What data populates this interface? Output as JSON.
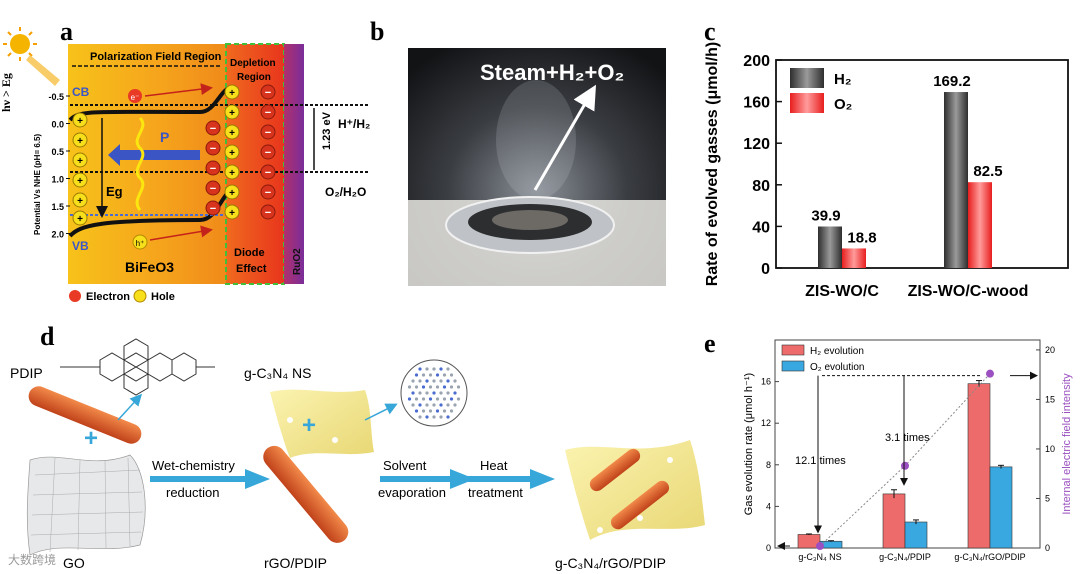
{
  "panels": {
    "a": {
      "label": "a",
      "illumination": "hν > Eg",
      "polarization_region": "Polarization Field Region",
      "depletion_region": [
        "Depletion",
        "Region"
      ],
      "cb": "CB",
      "vb": "VB",
      "electron_symbol": "e⁻",
      "hole_symbol": "h⁺",
      "p_label": "P",
      "eg": "Eg",
      "material": "BiFeO3",
      "diode_effect": [
        "Diode",
        "Effect"
      ],
      "ruo2": "RuO2",
      "h_plus_h2": "H⁺/H₂",
      "ev_gap": "1.23 eV",
      "o2_h2o": "O₂/H₂O",
      "axis_label": "Potential Vs NHE (pH= 6.5)",
      "ticks": [
        "-0.5",
        "0.0",
        "0.5",
        "1.0",
        "1.5",
        "2.0"
      ],
      "legend_electron": "Electron",
      "legend_hole": "Hole"
    },
    "b": {
      "label": "b",
      "caption": "Steam+H₂+O₂"
    },
    "d": {
      "label": "d",
      "pdip": "PDIP",
      "gcn_ns": "g-C₃N₄ NS",
      "wet_chem": [
        "Wet-chemistry",
        "reduction"
      ],
      "solvent": [
        "Solvent",
        "evaporation"
      ],
      "heat": [
        "Heat",
        "treatment"
      ],
      "go": "GO",
      "rgo_pdip": "rGO/PDIP",
      "final": "g-C₃N₄/rGO/PDIP",
      "watermark": "大数跨境"
    }
  },
  "chart_data": [
    {
      "panel": "c",
      "type": "bar",
      "categories": [
        "ZIS-WO/C",
        "ZIS-WO/C-wood"
      ],
      "series": [
        {
          "name": "H₂",
          "values": [
            39.9,
            169.2
          ],
          "color": "#555555"
        },
        {
          "name": "O₂",
          "values": [
            18.8,
            82.5
          ],
          "color": "#ee2222"
        }
      ],
      "value_labels": [
        "39.9",
        "18.8",
        "169.2",
        "82.5"
      ],
      "ylabel": "Rate of evolved gasses (μmol/h)",
      "ylim": [
        0,
        200
      ],
      "yticks": [
        0,
        40,
        80,
        120,
        160,
        200
      ],
      "legend": "top-left",
      "grid": false
    },
    {
      "panel": "e",
      "type": "bar",
      "categories": [
        "g-C₃N₄ NS",
        "g-C₃N₄/PDIP",
        "g-C₃N₄/rGO/PDIP"
      ],
      "series": [
        {
          "name": "H₂ evolution",
          "values": [
            1.3,
            5.2,
            15.8
          ],
          "errors": [
            0.05,
            0.4,
            0.3
          ],
          "color": "#ee6b6b"
        },
        {
          "name": "O₂ evolution",
          "values": [
            0.65,
            2.5,
            7.8
          ],
          "errors": [
            0.05,
            0.2,
            0.15
          ],
          "color": "#3aa8e0"
        }
      ],
      "secondary_series": {
        "values": [
          0.2,
          8.3,
          17.6
        ],
        "color": "#9b4fc0"
      },
      "annotations": [
        "12.1 times",
        "3.1 times"
      ],
      "ylabel": "Gas evolution rate (μmol h⁻¹)",
      "ylabel_right": "Internal electric field intensity",
      "ylim": [
        0,
        20
      ],
      "yticks": [
        0,
        4,
        8,
        12,
        16
      ],
      "ylim_right": [
        0,
        21
      ],
      "yticks_right": [
        0,
        5,
        10,
        15,
        20
      ],
      "legend": "top-left",
      "grid": false
    }
  ]
}
